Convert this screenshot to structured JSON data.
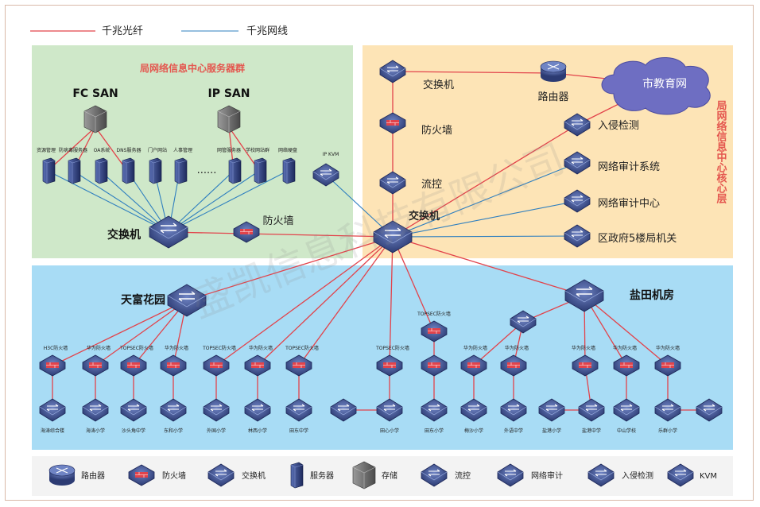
{
  "legend_lines": {
    "fiber": "千兆光纤",
    "copper": "千兆网线"
  },
  "green_title": "局网络信息中心服务器群",
  "fc_san": "FC SAN",
  "ip_san": "IP SAN",
  "servers": [
    "资源管理",
    "防病毒服务器",
    "OA系统",
    "DNS服务器",
    "门户网站",
    "人事管理",
    "网管服务器",
    "学校网站群",
    "网络硬盘"
  ],
  "dots": "......",
  "ip_kvm": "IP KVM",
  "green_switch": "交换机",
  "green_firewall": "防火墙",
  "core": {
    "switch_top": "交换机",
    "router": "路由器",
    "cloud": "市教育网",
    "firewall": "防火墙",
    "flow": "流控",
    "switch_center": "交换机",
    "ids": "入侵检测",
    "audit_system": "网络审计系统",
    "audit_center": "网络审计中心",
    "district": "区政府5楼局机关"
  },
  "orange_title": "局网络信息中心核心层",
  "tianfu": "天富花园",
  "yantian": "盐田机房",
  "firewalls_row": [
    "H3C防火墙",
    "华为防火墙",
    "TOPSEC防火墙",
    "华为防火墙",
    "TOPSEC防火墙",
    "华为防火墙",
    "TOPSEC防火墙",
    "TOPSEC防火墙",
    "华为防火墙",
    "华为防火墙",
    "华为防火墙",
    "华为防火墙",
    "华为防火墙"
  ],
  "topsec_high": "TOPSEC防火墙",
  "schools": [
    "海涛综合楼",
    "海涛小学",
    "沙头角中学",
    "东和小学",
    "外国小学",
    "林西小学",
    "田东中学",
    "田心小学",
    "田东小学",
    "梅沙小学",
    "外语中学",
    "盐港小学",
    "盐港中学",
    "中山学校",
    "乐群小学"
  ],
  "watermark": "盛凯信息科技有限公司",
  "legend": [
    "路由器",
    "防火墙",
    "交换机",
    "服务器",
    "存储",
    "流控",
    "网络审计",
    "入侵检测",
    "KVM"
  ],
  "colors": {
    "fiber": "#e2434b",
    "copper": "#2f7fbf",
    "green": "#cfe8c9",
    "orange": "#fde4b6",
    "blue": "#a8dcf5",
    "device": "#3e4f8a"
  }
}
